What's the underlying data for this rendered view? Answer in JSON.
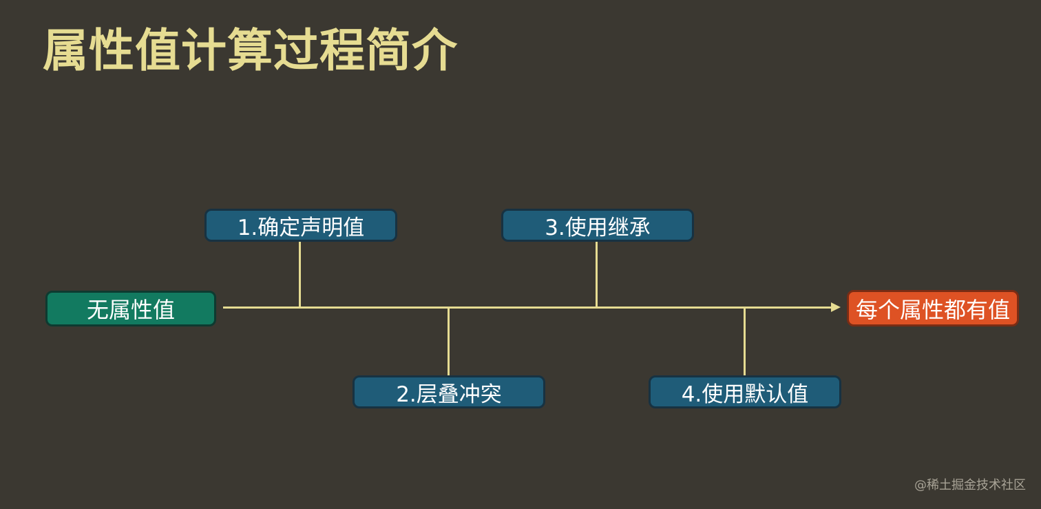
{
  "slide": {
    "title": "属性值计算过程简介"
  },
  "diagram": {
    "start_label": "无属性值",
    "end_label": "每个属性都有值",
    "steps": [
      {
        "label": "1.确定声明值",
        "position": "above"
      },
      {
        "label": "2.层叠冲突",
        "position": "below"
      },
      {
        "label": "3.使用继承",
        "position": "above"
      },
      {
        "label": "4.使用默认值",
        "position": "below"
      }
    ],
    "colors": {
      "title": "#e6dc92",
      "line": "#e6dc92",
      "background": "#3b3831",
      "start_box": "#127a60",
      "step_box": "#1f5c78",
      "end_box": "#de5224"
    }
  },
  "watermark": "@稀土掘金技术社区"
}
